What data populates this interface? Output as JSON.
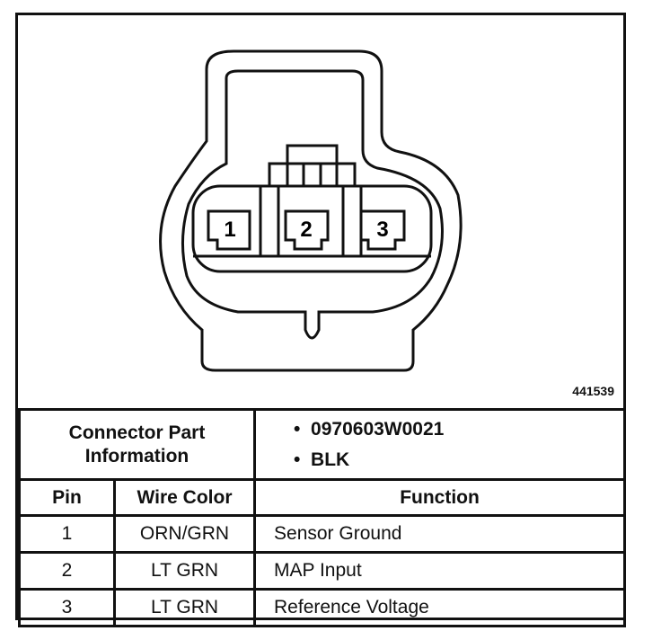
{
  "figure_id": "441539",
  "pins": [
    {
      "number": "1"
    },
    {
      "number": "2"
    },
    {
      "number": "3"
    }
  ],
  "connector_info": {
    "label": "Connector Part Information",
    "items": [
      "0970603W0021",
      "BLK"
    ]
  },
  "table": {
    "headers": [
      "Pin",
      "Wire Color",
      "Function"
    ],
    "rows": [
      {
        "pin": "1",
        "wire_color": "ORN/GRN",
        "function": "Sensor Ground"
      },
      {
        "pin": "2",
        "wire_color": "LT GRN",
        "function": "MAP Input"
      },
      {
        "pin": "3",
        "wire_color": "LT GRN",
        "function": "Reference Voltage"
      }
    ]
  }
}
